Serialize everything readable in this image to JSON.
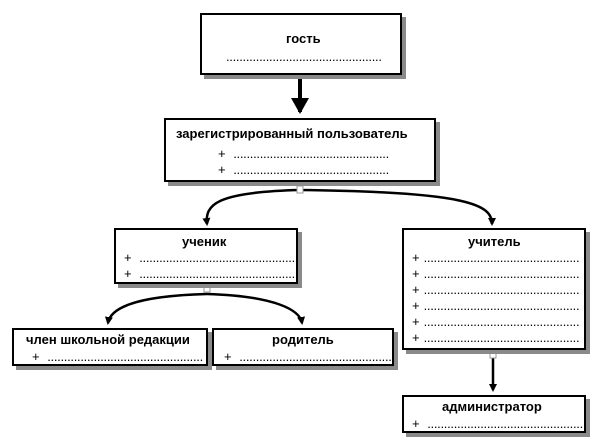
{
  "diagram": {
    "nodes": [
      {
        "id": "guest",
        "title": "гость",
        "rows": [
          "..............................................."
        ],
        "row_prefix": ""
      },
      {
        "id": "registered",
        "title": "зарегистрированный пользователь",
        "rows": [
          "...............................................",
          "..............................................."
        ],
        "row_prefix": "+"
      },
      {
        "id": "student",
        "title": "ученик",
        "rows": [
          "...............................................",
          "..............................................."
        ],
        "row_prefix": "+"
      },
      {
        "id": "teacher",
        "title": "учитель",
        "rows": [
          "...............................................",
          "...............................................",
          "...............................................",
          "...............................................",
          "...............................................",
          "..............................................."
        ],
        "row_prefix": "+"
      },
      {
        "id": "editor",
        "title": "член школьной редакции",
        "rows": [
          "..............................................."
        ],
        "row_prefix": "+"
      },
      {
        "id": "parent",
        "title": "родитель",
        "rows": [
          "..............................................."
        ],
        "row_prefix": "+"
      },
      {
        "id": "admin",
        "title": "администратор",
        "rows": [
          "..............................................."
        ],
        "row_prefix": "+"
      }
    ],
    "edges": [
      {
        "from": "guest",
        "to": "registered"
      },
      {
        "from": "registered",
        "to": "student"
      },
      {
        "from": "registered",
        "to": "teacher"
      },
      {
        "from": "student",
        "to": "editor"
      },
      {
        "from": "student",
        "to": "parent"
      },
      {
        "from": "teacher",
        "to": "admin"
      }
    ]
  }
}
